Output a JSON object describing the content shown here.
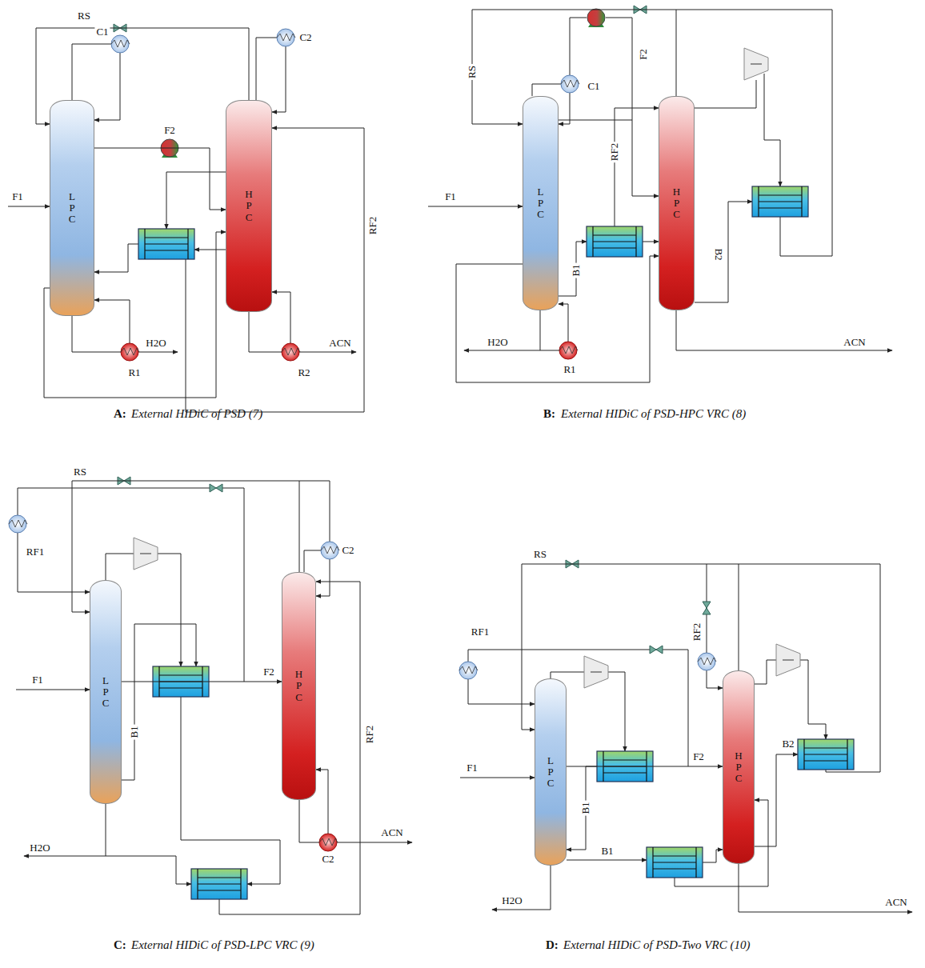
{
  "diagram": {
    "nodes": [
      {
        "text": [
          "L P C"
        ]
      },
      {
        "text": [
          "H P C"
        ]
      },
      {
        "text": [
          "L P C"
        ]
      },
      {
        "text": [
          "H P C"
        ]
      },
      {
        "text": [
          "L P C"
        ]
      },
      {
        "text": [
          "H P C"
        ]
      },
      {
        "text": [
          "L P C"
        ]
      },
      {
        "text": [
          "H P C"
        ]
      }
    ],
    "edges": [
      {
        "from": 0,
        "to": 1,
        "arrow": "to"
      },
      {
        "from": 1,
        "to": 0,
        "arrow": "to"
      },
      {
        "from": 2,
        "to": 3,
        "arrow": "to"
      },
      {
        "from": 3,
        "to": 2,
        "arrow": "to"
      },
      {
        "from": 4,
        "to": 5,
        "arrow": "to"
      },
      {
        "from": 5,
        "to": 4,
        "arrow": "to"
      },
      {
        "from": 6,
        "to": 7,
        "arrow": "to"
      },
      {
        "from": 7,
        "to": 6,
        "arrow": "to"
      }
    ],
    "labels": [
      "RS",
      "C1",
      "C2",
      "F2",
      "F1",
      "RF2",
      "H2O",
      "R1",
      "ACN",
      "R2",
      "A:",
      "External HIDiC of PSD (7)",
      "RS",
      "C1",
      "F2",
      "RF2",
      "F1",
      "B1",
      "B2",
      "H2O",
      "R1",
      "ACN",
      "B:",
      "External HIDiC of PSD-HPC VRC (8)",
      "RS",
      "C2",
      "RF1",
      "F1",
      "F2",
      "B1",
      "RF2",
      "H2O",
      "C2",
      "ACN",
      "C:",
      "External HIDiC of PSD-LPC VRC (9)",
      "RS",
      "RF2",
      "RF1",
      "F1",
      "F2",
      "B1",
      "B2",
      "B1",
      "H2O",
      "ACN",
      "D:",
      "External HIDiC of PSD-Two VRC (10)"
    ]
  }
}
